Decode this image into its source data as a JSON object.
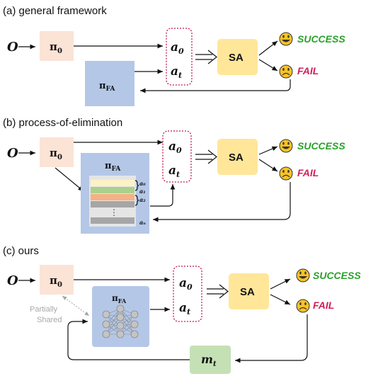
{
  "panels": {
    "a": {
      "title": "(a) general framework"
    },
    "b": {
      "title": "(b) process-of-elimination"
    },
    "c": {
      "title": "(c) ours"
    }
  },
  "symbols": {
    "obs": "O",
    "pi": "π",
    "pi_sub": "0",
    "fa": "π",
    "fa_sub": "FA",
    "a": "a",
    "a0_sub": "0",
    "at_sub": "t",
    "m": "m",
    "m_sub": "t"
  },
  "sa_label": "SA",
  "success_label": "SUCCESS",
  "fail_label": "FAIL",
  "list_labels": {
    "a0": "a₀",
    "a1": "a₁",
    "a2": "a₂",
    "dots": "⋮",
    "an": "aₙ"
  },
  "shared_note": {
    "line1": "Partially",
    "line2": "Shared"
  },
  "colors": {
    "pi_box": "#fbe3d6",
    "fa_box": "#b4c7e7",
    "sa_box": "#ffe699",
    "m_box": "#c5e0b4",
    "success": "#2aa02a",
    "fail": "#d0205c",
    "dotted": "#c0184b",
    "face": "#f7c325"
  }
}
